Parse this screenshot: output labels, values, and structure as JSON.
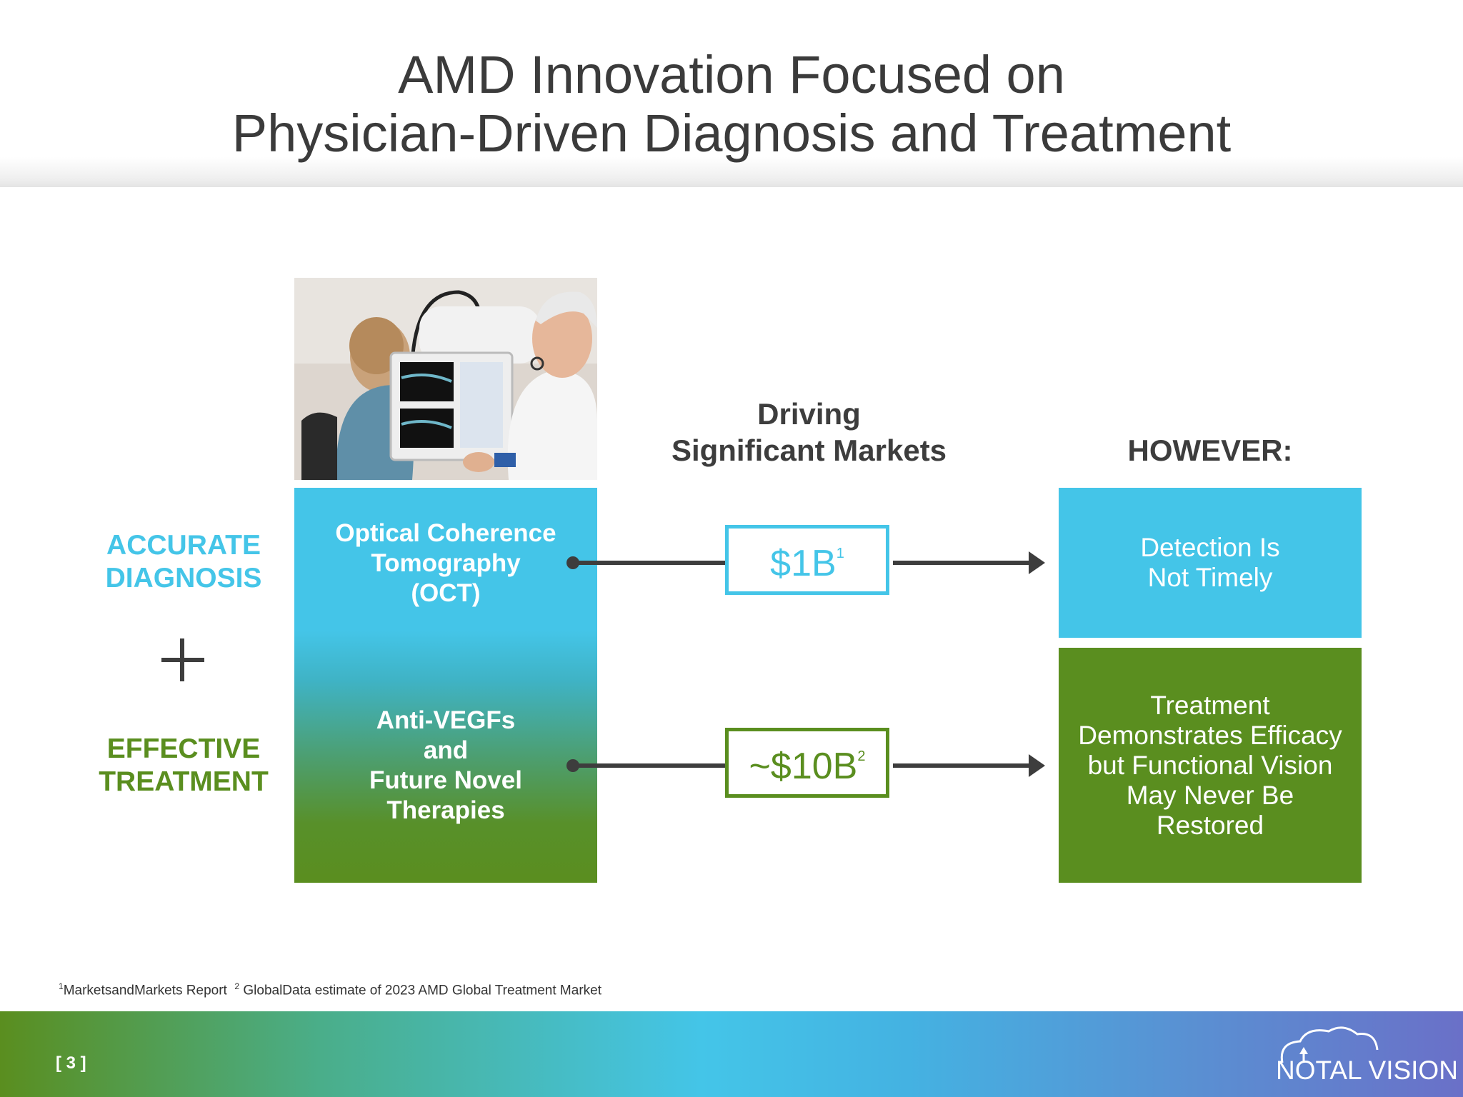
{
  "slide": {
    "title_line1": "AMD Innovation Focused on",
    "title_line2": "Physician-Driven Diagnosis and Treatment"
  },
  "left": {
    "accurate_line1": "ACCURATE",
    "accurate_line2": "DIAGNOSIS",
    "plus": "+",
    "effective_line1": "EFFECTIVE",
    "effective_line2": "TREATMENT"
  },
  "center": {
    "oct_line1": "Optical Coherence",
    "oct_line2": "Tomography",
    "oct_line3": "(OCT)",
    "anti_line1": "Anti-VEGFs",
    "anti_line2": "and",
    "anti_line3": "Future Novel",
    "anti_line4": "Therapies"
  },
  "markets": {
    "heading_line1": "Driving",
    "heading_line2": "Significant Markets",
    "oct_value": "$1B",
    "oct_sup": "1",
    "treat_value": "~$10B",
    "treat_sup": "2"
  },
  "however": {
    "heading": "HOWEVER:",
    "detect_line1": "Detection Is",
    "detect_line2": "Not Timely",
    "treat_line1": "Treatment",
    "treat_line2": "Demonstrates Efficacy",
    "treat_line3": "but Functional Vision",
    "treat_line4": "May Never Be",
    "treat_line5": "Restored"
  },
  "footnote": {
    "sup1": "1",
    "text1": "MarketsandMarkets Report",
    "sup2": "2",
    "text2": "GlobalData estimate of 2023 AMD Global Treatment Market"
  },
  "footer": {
    "page_number": "[ 3 ]",
    "logo_text": "NOTAL VISION"
  },
  "colors": {
    "blue": "#44c5e8",
    "green": "#5a8e1f",
    "dark": "#3d3d3d"
  }
}
